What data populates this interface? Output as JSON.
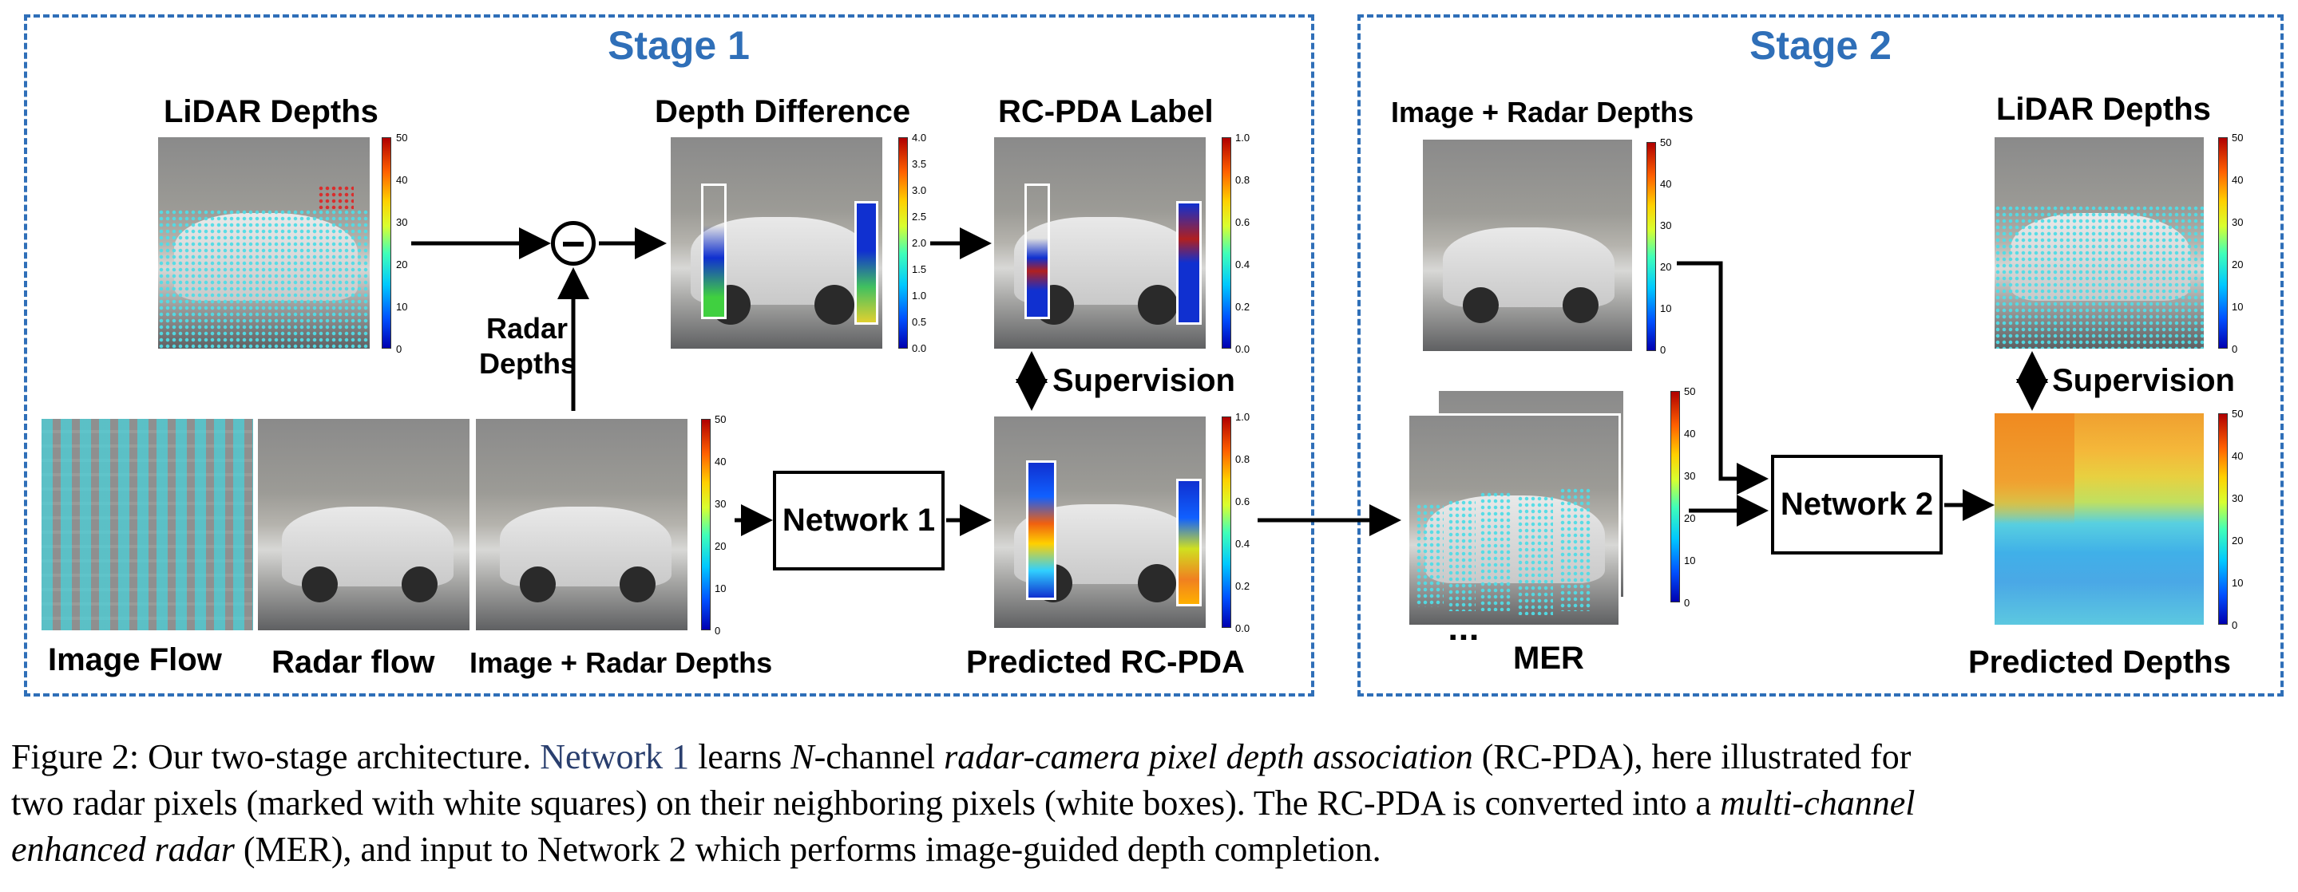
{
  "stage1": {
    "title": "Stage 1"
  },
  "stage2": {
    "title": "Stage 2"
  },
  "labels": {
    "lidar_depths_1": "LiDAR Depths",
    "depth_difference": "Depth Difference",
    "rcpda_label": "RC-PDA Label",
    "radar_depths_line1": "Radar",
    "radar_depths_line2": "Depths",
    "supervision_1": "Supervision",
    "image_flow": "Image Flow",
    "radar_flow": "Radar flow",
    "image_radar_depths_1": "Image + Radar Depths",
    "network1": "Network 1",
    "predicted_rcpda": "Predicted RC-PDA",
    "image_radar_depths_2": "Image + Radar Depths",
    "lidar_depths_2": "LiDAR Depths",
    "supervision_2": "Supervision",
    "mer": "MER",
    "network2": "Network 2",
    "predicted_depths": "Predicted Depths",
    "minus_symbol": "−",
    "ellipsis": "▪▪▪"
  },
  "colorbars": {
    "depth_50": [
      "50",
      "40",
      "30",
      "20",
      "10",
      "0"
    ],
    "diff_4": [
      "4.0",
      "3.5",
      "3.0",
      "2.5",
      "2.0",
      "1.5",
      "1.0",
      "0.5",
      "0.0"
    ],
    "prob_1": [
      "1.0",
      "0.8",
      "0.6",
      "0.4",
      "0.2",
      "0.0"
    ]
  },
  "caption": {
    "prefix": "Figure 2: Our two-stage architecture. ",
    "net1": "Network 1",
    "part1": " learns ",
    "n": "N",
    "part2": "-channel ",
    "rcpda_it": "radar-camera pixel depth association",
    "part3": " (RC-PDA), here illustrated for",
    "line2": "two radar pixels (marked with white squares) on their neighboring pixels (white boxes). The RC-PDA is converted into a ",
    "mer_it1": "multi-channel",
    "mer_it2": "enhanced radar",
    "part4": " (MER), and input to Network 2 which performs image-guided depth completion."
  },
  "colors": {
    "stage_border": "#2f6fb8",
    "stage_title": "#2f6fb8"
  }
}
